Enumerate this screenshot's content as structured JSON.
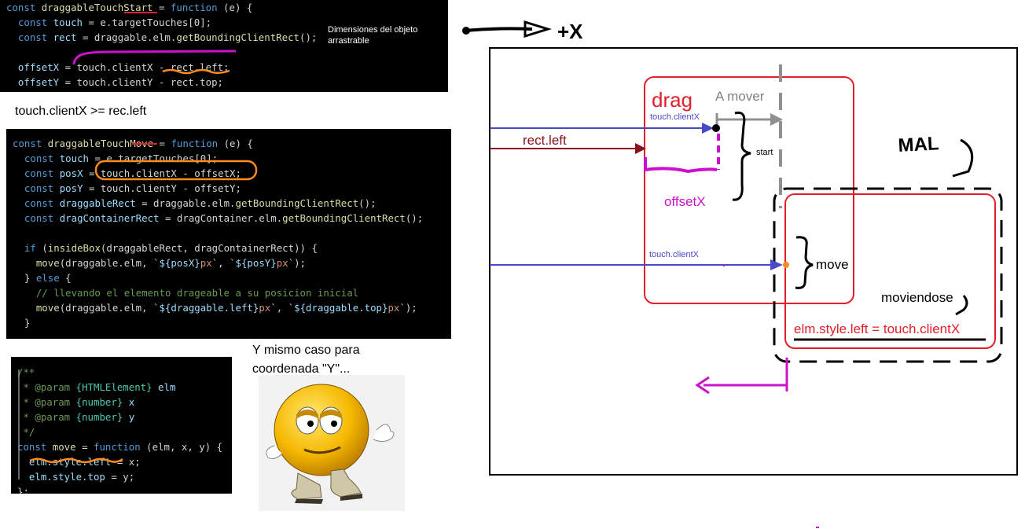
{
  "code_start": {
    "lines": [
      [
        [
          "const ",
          "kw"
        ],
        [
          "draggableTouch",
          "fn"
        ],
        [
          "Start",
          "fn"
        ],
        [
          " = ",
          "pl"
        ],
        [
          "function",
          "kw"
        ],
        [
          " (e) {",
          "pl"
        ]
      ],
      [
        [
          "  const ",
          "kw"
        ],
        [
          "touch",
          "vr"
        ],
        [
          " = e.targetTouches[0];",
          "pl"
        ]
      ],
      [
        [
          "  const ",
          "kw"
        ],
        [
          "rect",
          "vr"
        ],
        [
          " = draggable.elm.",
          "pl"
        ],
        [
          "getBoundingClientRect",
          "fn"
        ],
        [
          "();",
          "pl"
        ]
      ],
      [
        [
          "",
          "pl"
        ]
      ],
      [
        [
          "  offsetX",
          "vr"
        ],
        [
          " = ",
          "pl"
        ],
        [
          "touch.clientX - rect.left;",
          "pl"
        ]
      ],
      [
        [
          "  offsetY",
          "vr"
        ],
        [
          " = touch.clientY - rect.top;",
          "pl"
        ]
      ]
    ],
    "note": "Dimensiones del objeto arrastrable"
  },
  "caption_condition": "touch.clientX >= rec.left",
  "code_move": {
    "lines": [
      [
        [
          "const ",
          "kw"
        ],
        [
          "draggableTouch",
          "fn"
        ],
        [
          "Move",
          "fn"
        ],
        [
          " = ",
          "pl"
        ],
        [
          "function",
          "kw"
        ],
        [
          " (e) {",
          "pl"
        ]
      ],
      [
        [
          "  const ",
          "kw"
        ],
        [
          "touch",
          "vr"
        ],
        [
          " = e.targetTouches[0];",
          "pl"
        ]
      ],
      [
        [
          "  const ",
          "kw"
        ],
        [
          "posX",
          "vr"
        ],
        [
          " = touch.clientX - offsetX;",
          "pl"
        ]
      ],
      [
        [
          "  const ",
          "kw"
        ],
        [
          "posY",
          "vr"
        ],
        [
          " = touch.clientY - offsetY;",
          "pl"
        ]
      ],
      [
        [
          "  const ",
          "kw"
        ],
        [
          "draggableRect",
          "vr"
        ],
        [
          " = draggable.elm.",
          "pl"
        ],
        [
          "getBoundingClientRect",
          "fn"
        ],
        [
          "();",
          "pl"
        ]
      ],
      [
        [
          "  const ",
          "kw"
        ],
        [
          "dragContainerRect",
          "vr"
        ],
        [
          " = dragContainer.elm.",
          "pl"
        ],
        [
          "getBoundingClientRect",
          "fn"
        ],
        [
          "();",
          "pl"
        ]
      ],
      [
        [
          "",
          "pl"
        ]
      ],
      [
        [
          "  if ",
          "kw"
        ],
        [
          "(",
          "pl"
        ],
        [
          "insideBox",
          "fn"
        ],
        [
          "(draggableRect, dragContainerRect)) {",
          "pl"
        ]
      ],
      [
        [
          "    move",
          "fn"
        ],
        [
          "(draggable.elm, `",
          "pl"
        ],
        [
          "${posX}",
          "vr"
        ],
        [
          "px",
          "st"
        ],
        [
          "`, `",
          "pl"
        ],
        [
          "${posY}",
          "vr"
        ],
        [
          "px",
          "st"
        ],
        [
          "`);",
          "pl"
        ]
      ],
      [
        [
          "  } ",
          "pl"
        ],
        [
          "else",
          "kw"
        ],
        [
          " {",
          "pl"
        ]
      ],
      [
        [
          "    // llevando el elemento drageable a su posicion inicial",
          "cm"
        ]
      ],
      [
        [
          "    move",
          "fn"
        ],
        [
          "(draggable.elm, `",
          "pl"
        ],
        [
          "${draggable.left}",
          "vr"
        ],
        [
          "px",
          "st"
        ],
        [
          "`, `",
          "pl"
        ],
        [
          "${draggable.top}",
          "vr"
        ],
        [
          "px",
          "st"
        ],
        [
          "`);",
          "pl"
        ]
      ],
      [
        [
          "  }",
          "pl"
        ]
      ]
    ]
  },
  "code_move_fn": {
    "lines": [
      [
        [
          "/**",
          "cm"
        ]
      ],
      [
        [
          " * @param ",
          "cm"
        ],
        [
          "{HTMLElement}",
          "tp"
        ],
        [
          " elm",
          "vr"
        ]
      ],
      [
        [
          " * @param ",
          "cm"
        ],
        [
          "{number}",
          "tp"
        ],
        [
          " x",
          "vr"
        ]
      ],
      [
        [
          " * @param ",
          "cm"
        ],
        [
          "{number}",
          "tp"
        ],
        [
          " y",
          "vr"
        ]
      ],
      [
        [
          " */",
          "cm"
        ]
      ],
      [
        [
          "const ",
          "kw"
        ],
        [
          "move",
          "fn"
        ],
        [
          " = ",
          "pl"
        ],
        [
          "function",
          "kw"
        ],
        [
          " (elm, x, y) {",
          "pl"
        ]
      ],
      [
        [
          "  elm.style.left",
          "vr"
        ],
        [
          " = x;",
          "pl"
        ]
      ],
      [
        [
          "  elm.style.top",
          "vr"
        ],
        [
          " = y;",
          "pl"
        ]
      ],
      [
        [
          "};",
          "pl"
        ]
      ]
    ]
  },
  "caption_y": "Y mismo caso para coordenada \"Y\"...",
  "diagram": {
    "axis_label": "+X",
    "drag_title": "drag",
    "a_mover": "A mover",
    "touch_clientx_top": "touch.clientX",
    "rect_left": "rect.left",
    "start": "start",
    "offsetx": "offsetX",
    "mal": "MAL",
    "touch_clientx_bottom": "touch.clientX",
    "move": "move",
    "moviendose": "moviendose",
    "elm_style_left": "elm.style.left = touch.clientX"
  },
  "colors": {
    "code_bg": "#000000",
    "keyword": "#569cd6",
    "function": "#dcdcaa",
    "variable": "#9cdcfe",
    "comment": "#6a9955",
    "type": "#4ec9b0",
    "red_box": "#e0202a",
    "blue_arrow": "#4848c8",
    "dark_red_arrow": "#8b1020",
    "magenta": "#cc11cc",
    "orange": "#ff8a20",
    "gray": "#909090"
  },
  "icons": [
    "emoji-shrug-icon"
  ]
}
